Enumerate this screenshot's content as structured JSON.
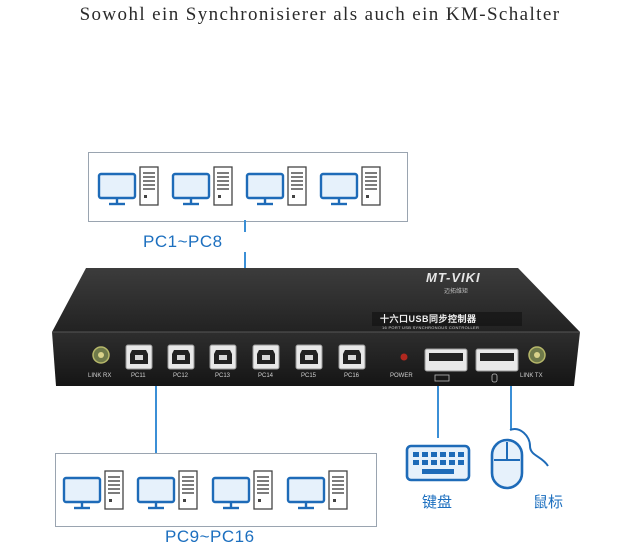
{
  "headline": "Sowohl ein Synchronisierer als auch ein KM-Schalter",
  "groups": {
    "top_label": "PC1~PC8",
    "bottom_label": "PC9~PC16",
    "pc_icon": "desktop-pc-icon",
    "pcs_per_group": 4
  },
  "device": {
    "brand": "MT-VIKI",
    "brand_sub": "迈拓维矩",
    "model_cn": "十六口USB同步控制器",
    "model_en": "16 PORT USB SYNCHRONOUS CONTROLLER",
    "left_indicator": "LINK RX",
    "right_indicator": "LINK TX",
    "power_label": "POWER",
    "ports": [
      "PC11",
      "PC12",
      "PC13",
      "PC14",
      "PC15",
      "PC16"
    ]
  },
  "peripherals": {
    "keyboard_label": "键盘",
    "mouse_label": "鼠标",
    "keyboard_icon": "keyboard-icon",
    "mouse_icon": "mouse-icon"
  },
  "colors": {
    "accent": "#1c6fbf",
    "wire": "#3b8fd6",
    "device_body": "#2b2b2b"
  }
}
